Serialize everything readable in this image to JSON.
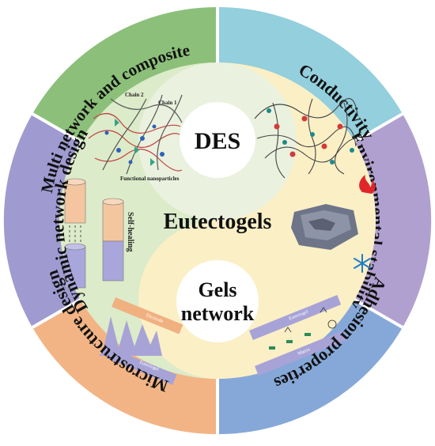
{
  "center_title": "Eutectogels",
  "yin": {
    "label": "DES"
  },
  "yang": {
    "label_line1": "Gels",
    "label_line2": "network"
  },
  "segments": [
    {
      "label": "Multi network and composite",
      "color": "#8cc07a"
    },
    {
      "label": "Conductivity",
      "color": "#93cfdc"
    },
    {
      "label": "Environmental stability",
      "color": "#b0a0cf"
    },
    {
      "label": "Adhesion properties",
      "color": "#86a8d8"
    },
    {
      "label": "Microstructure design",
      "color": "#f2b485"
    },
    {
      "label": "Dynamic network design",
      "color": "#9f9ad0"
    }
  ],
  "illustration_labels": {
    "chain2": "Chain 2",
    "chain1": "Chain 1",
    "functional_nanoparticles": "Functional nanoparticles",
    "self_healing": "Self-healing",
    "electrode": "Electrode",
    "eutectogel_bottom": "Eutectogel",
    "adh_eutectogel": "Eutectogel",
    "adh_matrix": "Matrix"
  },
  "colors": {
    "inner_circle": "#eaf1de",
    "yin_yang_cream": "#fbefc6",
    "yin_yang_green": "#dcebc9",
    "divider": "#ffffff"
  }
}
